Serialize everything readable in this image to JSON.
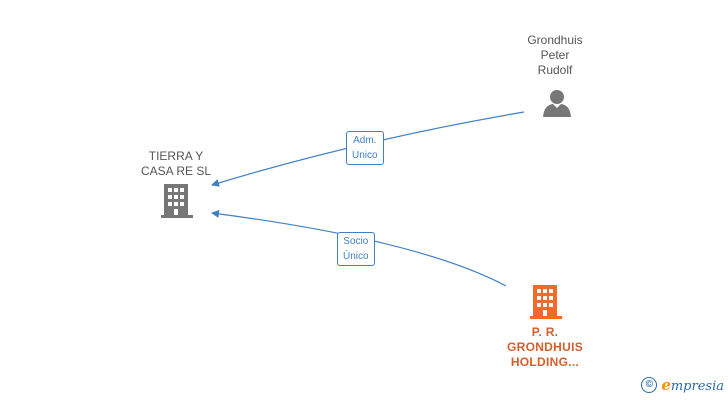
{
  "nodes": {
    "tierra": {
      "label_lines": [
        "TIERRA Y",
        "CASA RE  SL"
      ],
      "type": "company",
      "color": "#777777"
    },
    "grondhuis": {
      "label_lines": [
        "Grondhuis",
        "Peter",
        "Rudolf"
      ],
      "type": "person",
      "color": "#777777"
    },
    "holding": {
      "label_lines": [
        "P. R.",
        "GRONDHUIS",
        "HOLDING..."
      ],
      "type": "company",
      "color": "#f26a2a"
    }
  },
  "edges": {
    "admin": {
      "label_lines": [
        "Adm.",
        "Unico"
      ]
    },
    "socio": {
      "label_lines": [
        "Socio",
        "Único"
      ]
    }
  },
  "colors": {
    "edge": "#3f7fc4"
  },
  "footer": {
    "copyright_symbol": "©",
    "brand_initial": "e",
    "brand_rest": "mpresia"
  }
}
